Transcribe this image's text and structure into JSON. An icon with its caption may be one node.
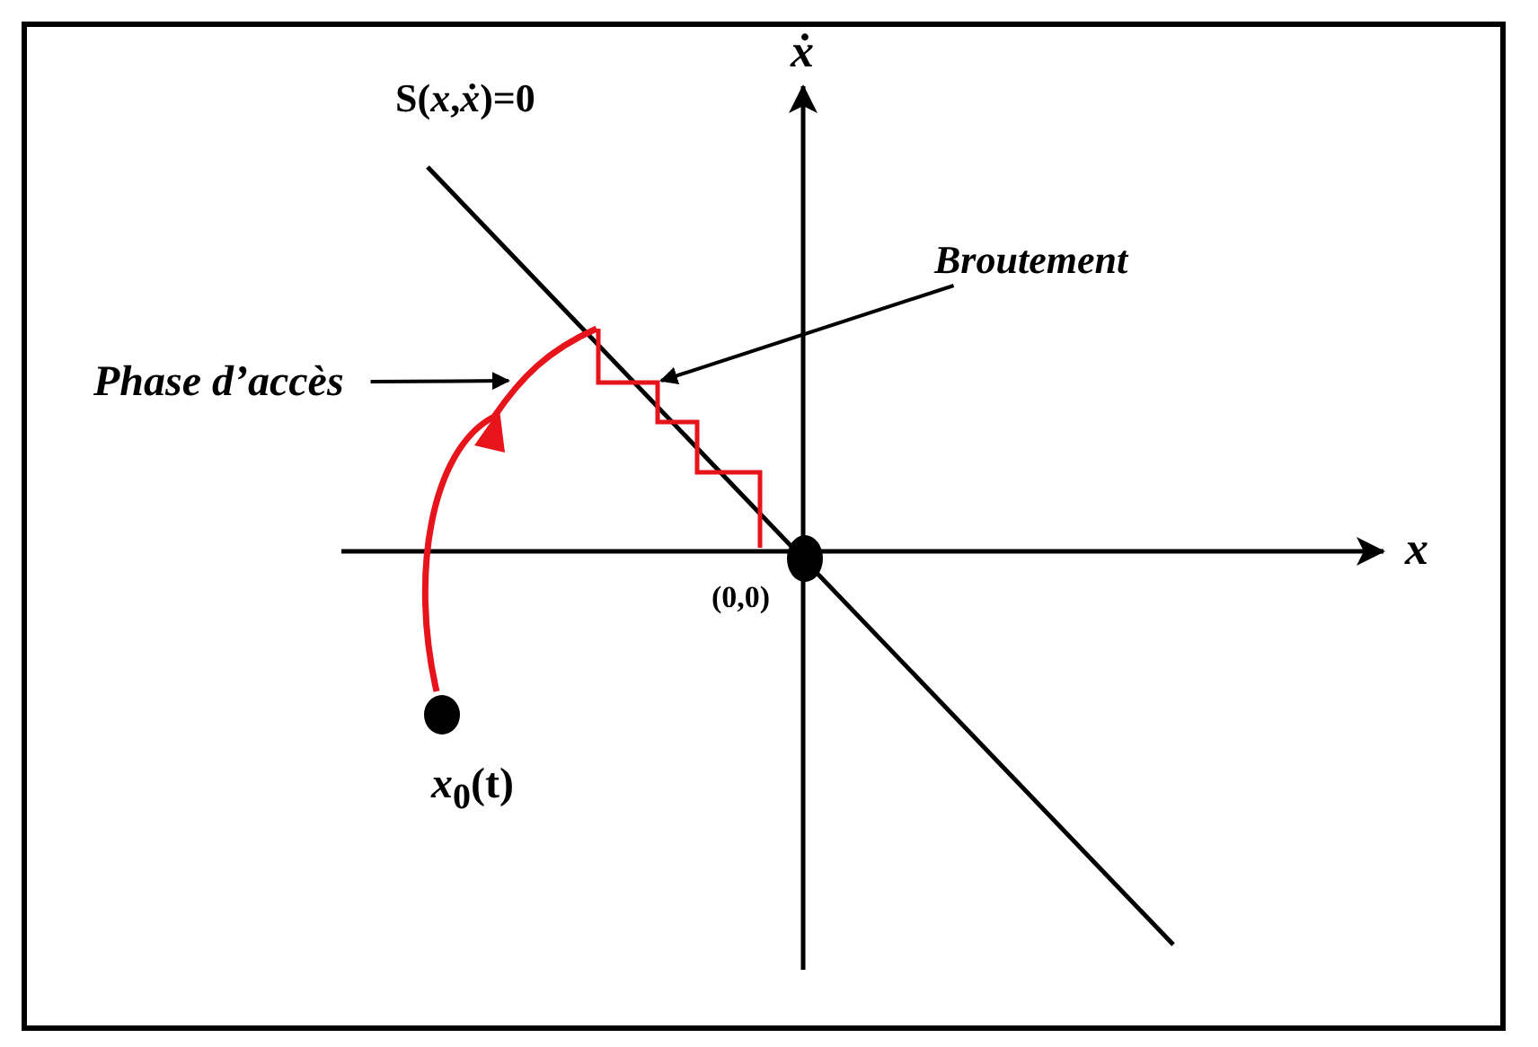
{
  "diagram": {
    "nodes": [
      {
        "text": [
          "Phase d’accès"
        ]
      },
      {
        "text": [
          "Broutement"
        ]
      },
      {
        "text": [],
        "shape": "circle",
        "beside": [
          "*x*$_{0}$(t)"
        ]
      },
      {
        "text": [],
        "shape": "circle",
        "beside": [
          "(0,0)"
        ]
      },
      {
        "text": [],
        "shape": "curve"
      },
      {
        "text": [],
        "shape": "line"
      }
    ],
    "edges": [
      {
        "from": 0,
        "to": 4,
        "arrow": "to"
      },
      {
        "from": 1,
        "to": 5,
        "arrow": "to"
      }
    ],
    "labels": [
      "S(*x*,*ẋ*)=0",
      "ẋ",
      "x"
    ]
  }
}
